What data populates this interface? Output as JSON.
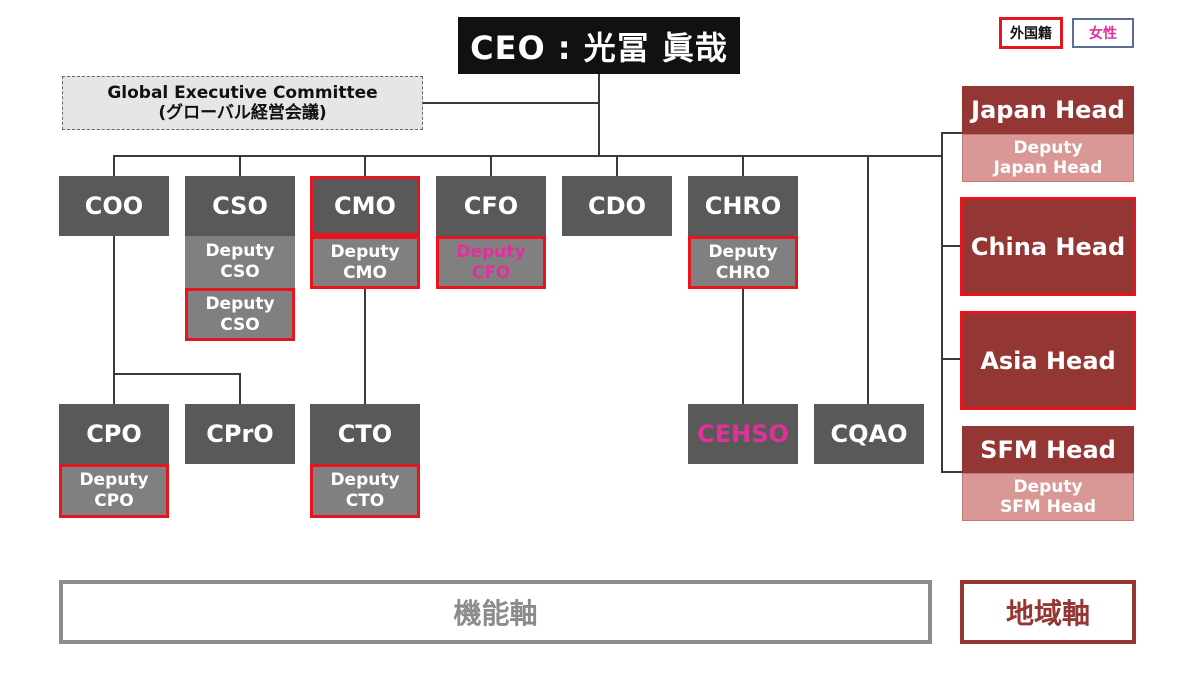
{
  "ceo": {
    "label": "CEO : 光冨 眞哉"
  },
  "legend": {
    "foreign": "外国籍",
    "female": "女性"
  },
  "committee": {
    "line1": "Global Executive Committee",
    "line2": "(グローバル経営会議)"
  },
  "functions": {
    "coo": "COO",
    "cso": "CSO",
    "deputy_cso_1": [
      "Deputy",
      "CSO"
    ],
    "deputy_cso_2": [
      "Deputy",
      "CSO"
    ],
    "cmo": "CMO",
    "deputy_cmo": [
      "Deputy",
      "CMO"
    ],
    "cfo": "CFO",
    "deputy_cfo": [
      "Deputy",
      "CFO"
    ],
    "cdo": "CDO",
    "chro": "CHRO",
    "deputy_chro": [
      "Deputy",
      "CHRO"
    ],
    "cpo": "CPO",
    "deputy_cpo": [
      "Deputy",
      "CPO"
    ],
    "cpro": "CPrO",
    "cto": "CTO",
    "deputy_cto": [
      "Deputy",
      "CTO"
    ],
    "cehso": "CEHSO",
    "cqao": "CQAO"
  },
  "regions": {
    "japan": "Japan Head",
    "deputy_japan": [
      "Deputy",
      "Japan Head"
    ],
    "china": "China Head",
    "asia": "Asia Head",
    "sfm": "SFM Head",
    "deputy_sfm": [
      "Deputy",
      "SFM Head"
    ]
  },
  "axes": {
    "functional": "機能軸",
    "regional": "地域軸"
  },
  "colors": {
    "foreign_border": "#e8141e",
    "female_text": "#e0309a",
    "function_box": "#595959",
    "deputy_box": "#808080",
    "region_box": "#943634",
    "region_deputy": "#d99795"
  }
}
